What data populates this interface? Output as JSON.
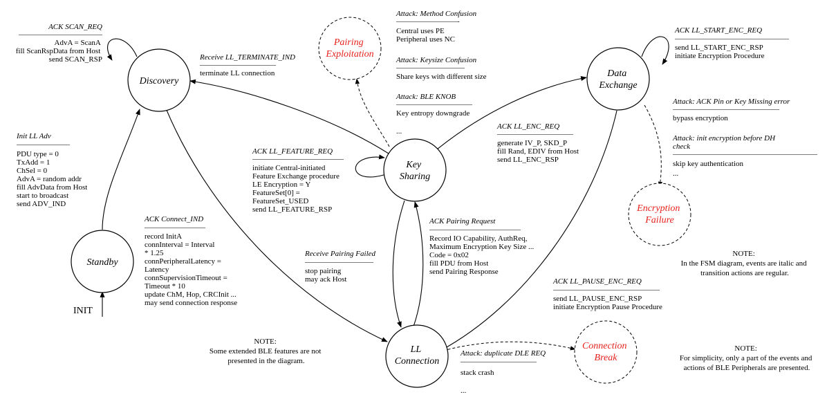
{
  "colors": {
    "attack_state": "#e8211c",
    "line": "#000000",
    "background": "#ffffff"
  },
  "init_label": "INIT",
  "states": {
    "standby": [
      "Standby"
    ],
    "discovery": [
      "Discovery"
    ],
    "key_sharing": [
      "Key",
      "Sharing"
    ],
    "data_exchange": [
      "Data",
      "Exchange"
    ],
    "ll_connection": [
      "LL",
      "Connection"
    ]
  },
  "attack_states": {
    "pairing_exploitation": [
      "Pairing",
      "Exploitation"
    ],
    "encryption_failure": [
      "Encryption",
      "Failure"
    ],
    "connection_break": [
      "Connection",
      "Break"
    ]
  },
  "transitions": {
    "ack_scan_req": {
      "event": "ACK SCAN_REQ",
      "rule": "———————————",
      "actions": [
        "AdvA = ScanA",
        "fill ScanRspData from Host",
        "send SCAN_RSP"
      ]
    },
    "init_ll_adv": {
      "event": "Init LL Adv",
      "rule": "———————",
      "actions": [
        "PDU type = 0",
        "TxAdd = 1",
        "ChSel = 0",
        "AdvA = random addr",
        "fill AdvData from Host",
        "start to broadcast",
        "send ADV_IND"
      ]
    },
    "receive_ll_terminate_ind": {
      "event": "Receive LL_TERMINATE_IND",
      "rule": "——————————",
      "actions": [
        "terminate LL connection"
      ]
    },
    "ack_connect_ind": {
      "event": "ACK Connect_IND",
      "rule": "————————",
      "actions": [
        "record InitA",
        "connInterval = Interval",
        "* 1.25",
        "connPeripheralLatency =",
        "Latency",
        "connSupervisionTimeout =",
        "Timeout * 10",
        "update ChM, Hop, CRCInit ...",
        "may send connection response"
      ]
    },
    "ack_ll_feature_req": {
      "event": "ACK LL_FEATURE_REQ",
      "rule": "————————————",
      "actions": [
        "initiate Central-initiated",
        "Feature Exchange procedure",
        "LE Encryption = Y",
        "FeatureSet[0] =",
        "FeatureSet_USED",
        "send LL_FEATURE_RSP"
      ]
    },
    "receive_pairing_failed": {
      "event": "Receive Pairing Failed",
      "rule": "—————————",
      "actions": [
        "stop pairing",
        "may ack Host"
      ]
    },
    "ack_pairing_request": {
      "event": "ACK Pairing Request",
      "rule": "————————————",
      "actions": [
        "Record IO Capability, AuthReq,",
        "Maximum Encryption Key Size ...",
        "Code = 0x02",
        "fill PDU from Host",
        "send Pairing Response"
      ]
    },
    "ack_ll_enc_req": {
      "event": "ACK LL_ENC_REQ",
      "rule": "——————————",
      "actions": [
        "generate IV_P, SKD_P",
        "fill Rand, EDIV from Host",
        "send LL_ENC_RSP"
      ]
    },
    "ack_ll_start_enc_req": {
      "event": "ACK LL_START_ENC_REQ",
      "rule": "———————————————",
      "actions": [
        "send LL_START_ENC_RSP",
        "initiate Encryption Procedure"
      ]
    },
    "ack_ll_pause_enc_req": {
      "event": "ACK LL_PAUSE_ENC_REQ",
      "rule": "——————————————",
      "actions": [
        "send LL_PAUSE_ENC_RSP",
        "initiate Encryption Pause Procedure"
      ]
    }
  },
  "attacks": {
    "method_confusion": {
      "event": "Attack: Method Confusion",
      "rule": "————————-",
      "actions": [
        "Central uses PE",
        "Peripheral uses NC"
      ]
    },
    "keysize_confusion": {
      "event": "Attack:  Keysize Confusion",
      "rule": "—————————",
      "actions": [
        "Share keys with different  size"
      ]
    },
    "ble_knob": {
      "event": "Attack: BLE KNOB",
      "rule": "——————————",
      "actions": [
        "Key entropy downgrade"
      ]
    },
    "pairing_more": "...",
    "ack_pin_key_missing": {
      "event": "Attack: ACK Pin or Key Missing error",
      "rule": "——————————————",
      "actions": [
        "bypass encryption"
      ]
    },
    "init_enc_before_dh": {
      "event": "Attack: init encryption before DH",
      "event_line2": "check",
      "rule": "———————————————————",
      "actions": [
        "skip key authentication",
        "..."
      ]
    },
    "duplicate_dle_req": {
      "event": "Attack: duplicate DLE REQ",
      "rule": "——————————",
      "actions": [
        "stack crash",
        "..."
      ]
    }
  },
  "notes": {
    "fsm_note": [
      "NOTE:",
      "In the FSM diagram, events are italic and",
      "transition actions are regular."
    ],
    "extended_note": [
      "NOTE:",
      "Some extended BLE features are not",
      "presented in the diagram."
    ],
    "simplicity_note": [
      "NOTE:",
      "For simplicity, only a part of the events and",
      "actions of BLE Peripherals are presented."
    ]
  }
}
